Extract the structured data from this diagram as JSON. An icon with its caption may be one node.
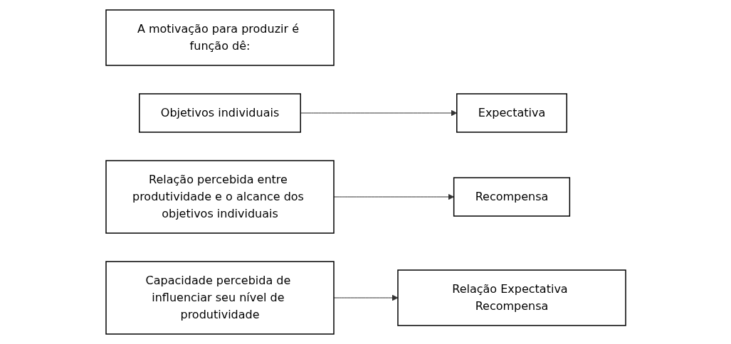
{
  "diagram": {
    "nodes": [
      {
        "text": [
          "A motivação para produzir é função dê:"
        ]
      },
      {
        "text": [
          "Objetivos individuais"
        ]
      },
      {
        "text": [
          "Expectativa"
        ]
      },
      {
        "text": [
          "Relação percebida entre produtividade e o alcance dos objetivos individuais"
        ]
      },
      {
        "text": [
          "Recompensa"
        ]
      },
      {
        "text": [
          "Capacidade percebida de influenciar seu nível de produtividade"
        ]
      },
      {
        "text": [
          "Relação Expectativa Recompensa"
        ]
      }
    ],
    "edges": [
      {
        "from": 1,
        "to": 2,
        "arrow": "to"
      },
      {
        "from": 3,
        "to": 4,
        "arrow": "to"
      },
      {
        "from": 5,
        "to": 6,
        "arrow": "to"
      }
    ]
  }
}
